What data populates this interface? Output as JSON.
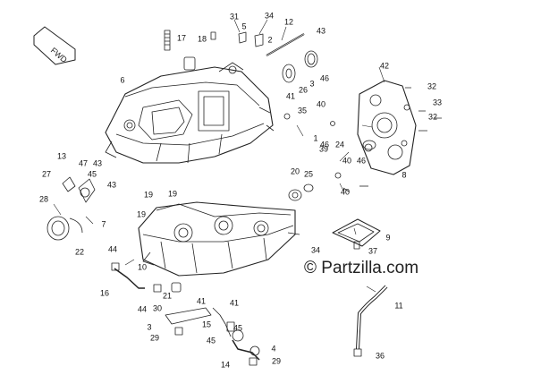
{
  "watermark": "© Partzilla.com",
  "fwd_label": "FWD",
  "callouts": [
    "31",
    "34",
    "12",
    "5",
    "2",
    "43",
    "17",
    "18",
    "6",
    "42",
    "41",
    "26",
    "3",
    "46",
    "32",
    "33",
    "35",
    "40",
    "24",
    "46",
    "32",
    "39",
    "1",
    "40",
    "46",
    "8",
    "13",
    "47",
    "43",
    "45",
    "43",
    "27",
    "20",
    "25",
    "40",
    "19",
    "19",
    "28",
    "19",
    "7",
    "22",
    "44",
    "34",
    "9",
    "37",
    "10",
    "16",
    "21",
    "41",
    "41",
    "44",
    "30",
    "11",
    "15",
    "45",
    "3",
    "29",
    "45",
    "4",
    "29",
    "14",
    "36"
  ]
}
